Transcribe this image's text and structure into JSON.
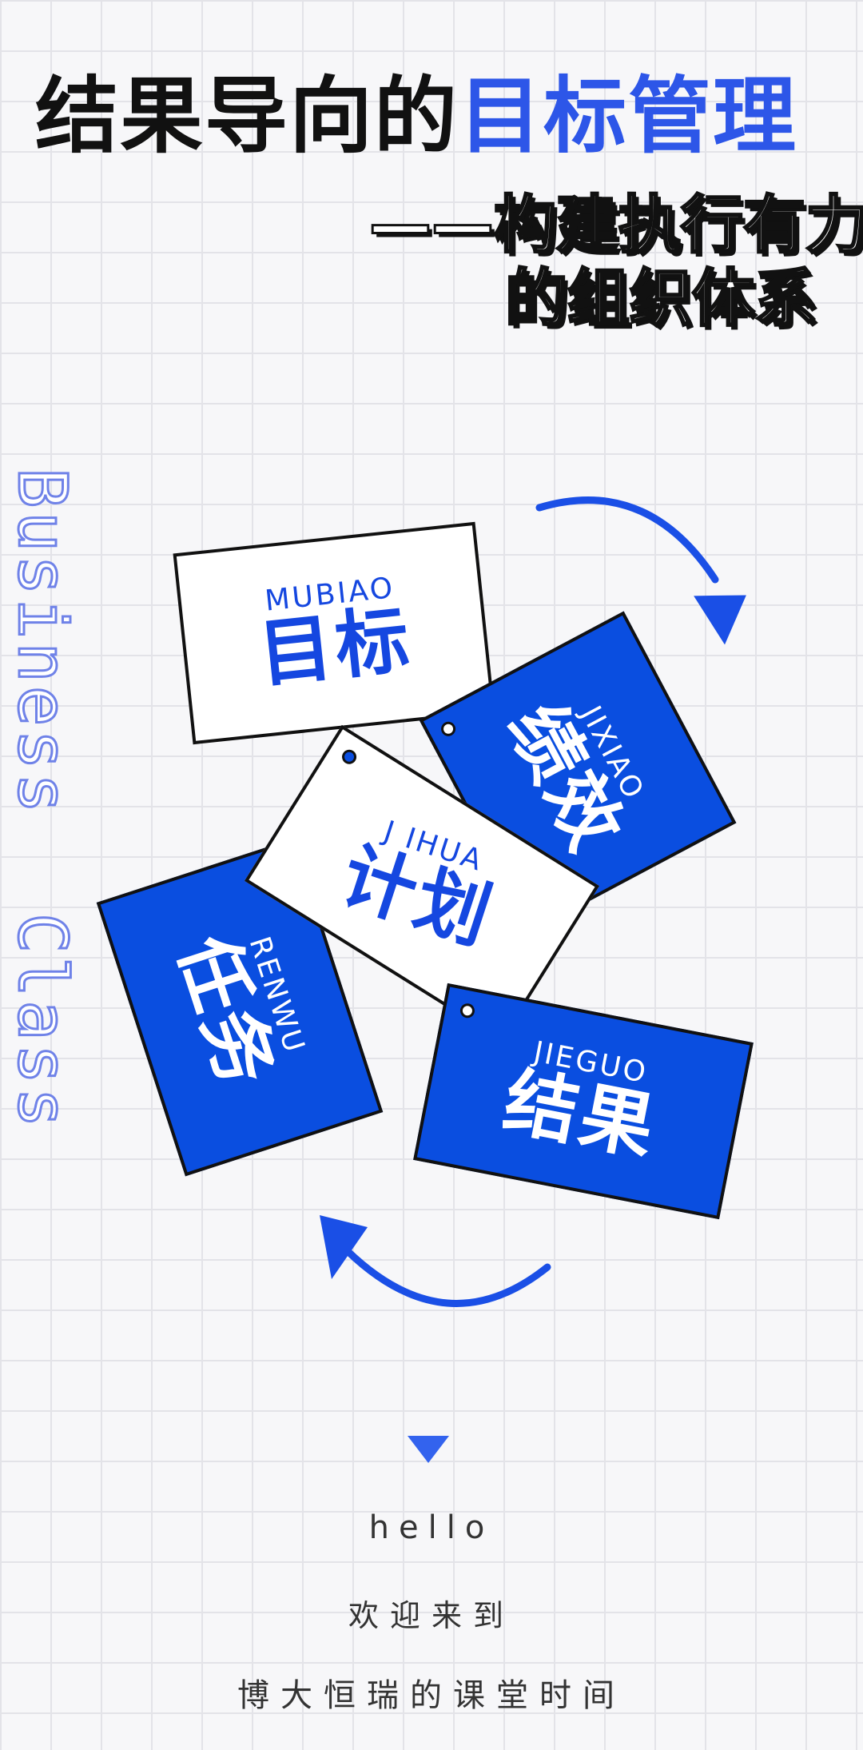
{
  "header": {
    "title_black": "结果导向的",
    "title_blue": "目标管理",
    "subtitle_line1": "——构建执行有力",
    "subtitle_line2": "的组织体系"
  },
  "side_text": {
    "word1": "Business",
    "word2": "Class"
  },
  "cards": [
    {
      "pinyin": "MUBIAO",
      "hanzi": "目标"
    },
    {
      "pinyin": "JIXIAO",
      "hanzi": "绩效"
    },
    {
      "pinyin": "J IHUA",
      "hanzi": "计划"
    },
    {
      "pinyin": "RENWU",
      "hanzi": "任务"
    },
    {
      "pinyin": "JIEGUO",
      "hanzi": "结果"
    }
  ],
  "footer": {
    "hello": "hello",
    "welcome": "欢迎来到",
    "classroom": "博大恒瑞的课堂时间"
  },
  "colors": {
    "accent_blue": "#2d56e8",
    "card_blue": "#0a4ee0"
  },
  "icons": [
    "curved-arrow-icon",
    "triangle-marker-icon"
  ]
}
